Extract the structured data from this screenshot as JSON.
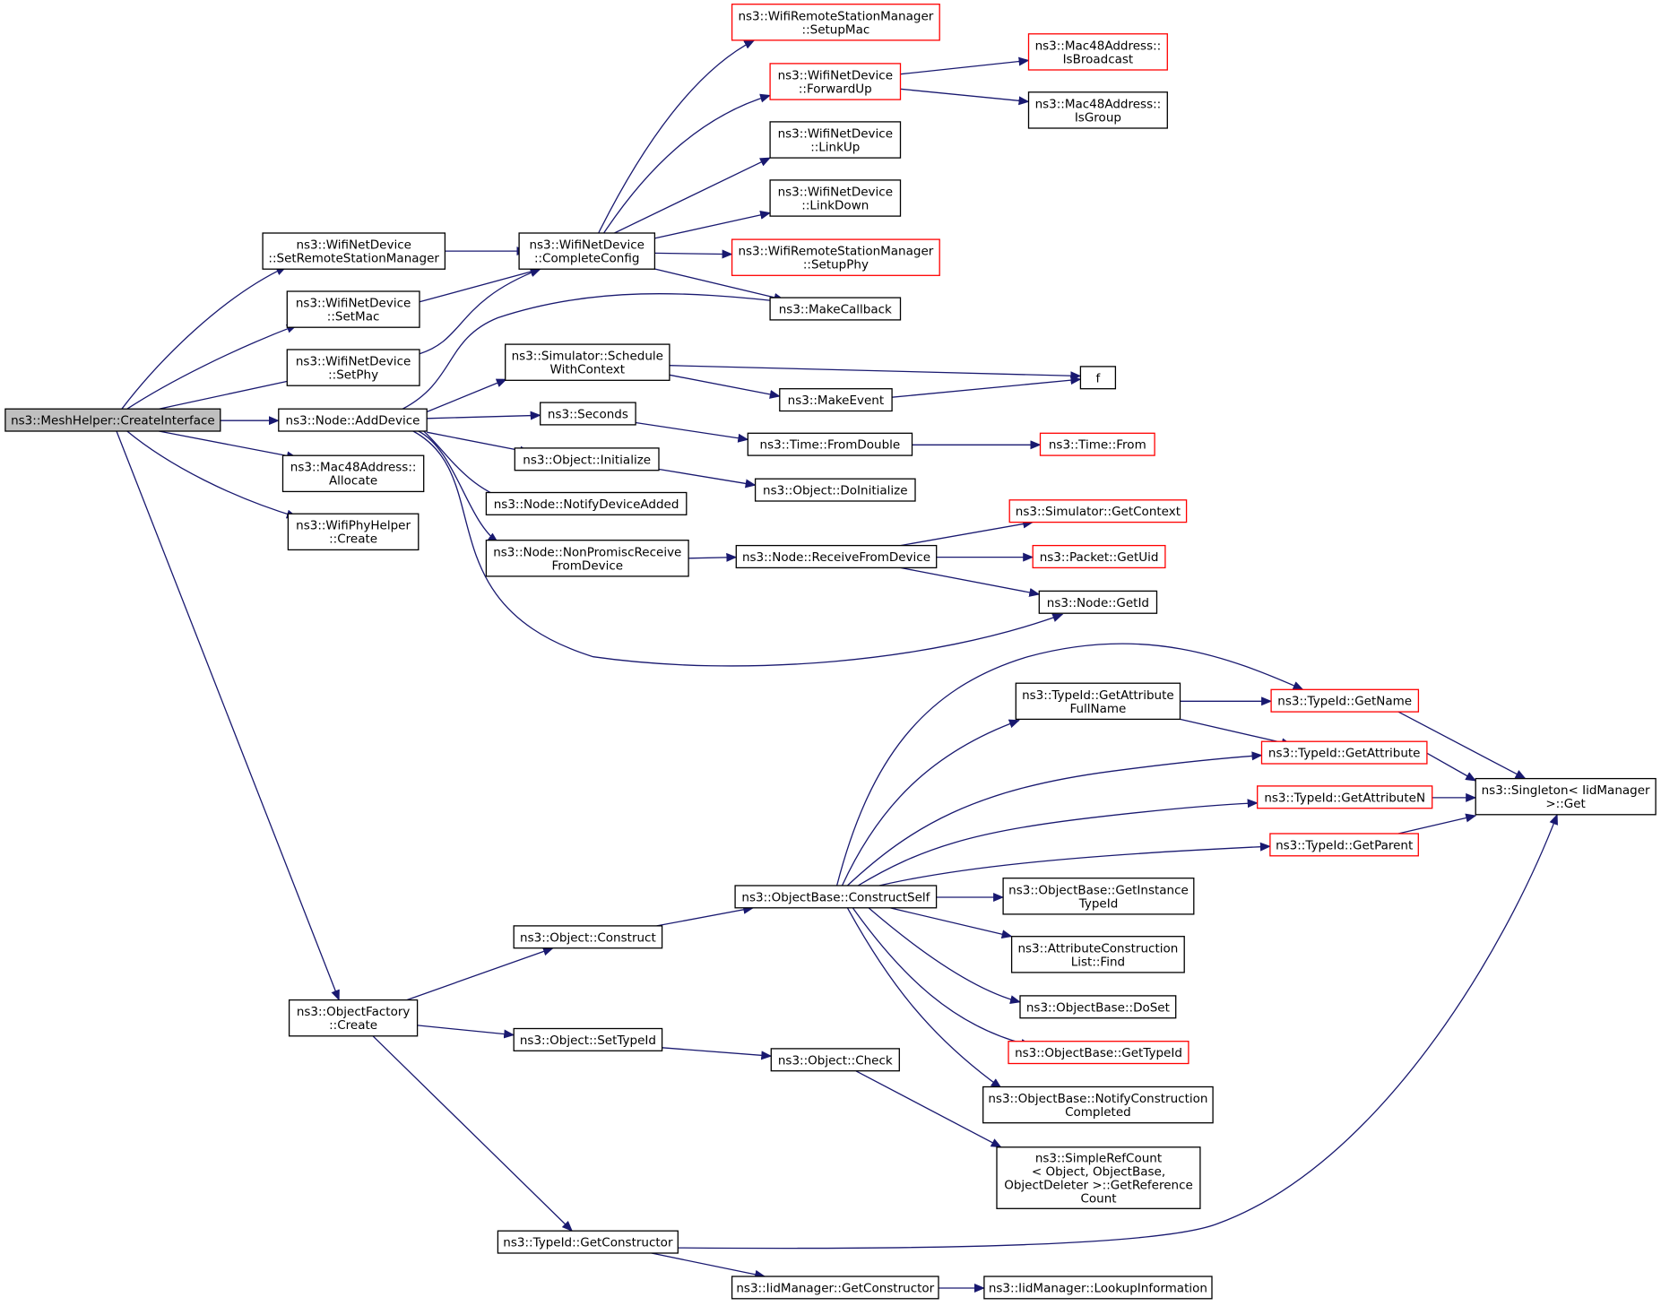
{
  "diagram": {
    "colors": {
      "edge": "#191970",
      "border_normal": "#000000",
      "border_red": "#ff0000",
      "root_fill": "#bfbfbf",
      "fill": "#ffffff"
    },
    "nodes": {
      "create_interface": {
        "lines": [
          "ns3::MeshHelper::CreateInterface"
        ],
        "style": "root"
      },
      "set_rsm": {
        "lines": [
          "ns3::WifiNetDevice",
          "::SetRemoteStationManager"
        ],
        "style": "normal"
      },
      "set_mac": {
        "lines": [
          "ns3::WifiNetDevice",
          "::SetMac"
        ],
        "style": "normal"
      },
      "set_phy": {
        "lines": [
          "ns3::WifiNetDevice",
          "::SetPhy"
        ],
        "style": "normal"
      },
      "add_device": {
        "lines": [
          "ns3::Node::AddDevice"
        ],
        "style": "normal"
      },
      "mac48_allocate": {
        "lines": [
          "ns3::Mac48Address::",
          "Allocate"
        ],
        "style": "normal"
      },
      "wifiphy_create": {
        "lines": [
          "ns3::WifiPhyHelper",
          "::Create"
        ],
        "style": "normal"
      },
      "objfactory_create": {
        "lines": [
          "ns3::ObjectFactory",
          "::Create"
        ],
        "style": "normal"
      },
      "complete_config": {
        "lines": [
          "ns3::WifiNetDevice",
          "::CompleteConfig"
        ],
        "style": "normal"
      },
      "rsm_setupmac": {
        "lines": [
          "ns3::WifiRemoteStationManager",
          "::SetupMac"
        ],
        "style": "red"
      },
      "forward_up": {
        "lines": [
          "ns3::WifiNetDevice",
          "::ForwardUp"
        ],
        "style": "red"
      },
      "link_up": {
        "lines": [
          "ns3::WifiNetDevice",
          "::LinkUp"
        ],
        "style": "normal"
      },
      "link_down": {
        "lines": [
          "ns3::WifiNetDevice",
          "::LinkDown"
        ],
        "style": "normal"
      },
      "rsm_setupphy": {
        "lines": [
          "ns3::WifiRemoteStationManager",
          "::SetupPhy"
        ],
        "style": "red"
      },
      "make_callback": {
        "lines": [
          "ns3::MakeCallback"
        ],
        "style": "normal"
      },
      "is_broadcast": {
        "lines": [
          "ns3::Mac48Address::",
          "IsBroadcast"
        ],
        "style": "red"
      },
      "is_group": {
        "lines": [
          "ns3::Mac48Address::",
          "IsGroup"
        ],
        "style": "normal"
      },
      "sched_ctx": {
        "lines": [
          "ns3::Simulator::Schedule",
          "WithContext"
        ],
        "style": "normal"
      },
      "seconds": {
        "lines": [
          "ns3::Seconds"
        ],
        "style": "normal"
      },
      "obj_initialize": {
        "lines": [
          "ns3::Object::Initialize"
        ],
        "style": "normal"
      },
      "notify_added": {
        "lines": [
          "ns3::Node::NotifyDeviceAdded"
        ],
        "style": "normal"
      },
      "nonpromisc": {
        "lines": [
          "ns3::Node::NonPromiscReceive",
          "FromDevice"
        ],
        "style": "normal"
      },
      "f": {
        "lines": [
          "f"
        ],
        "style": "normal"
      },
      "make_event": {
        "lines": [
          "ns3::MakeEvent"
        ],
        "style": "normal"
      },
      "time_fromdouble": {
        "lines": [
          "ns3::Time::FromDouble"
        ],
        "style": "normal"
      },
      "time_from": {
        "lines": [
          "ns3::Time::From"
        ],
        "style": "red"
      },
      "obj_doinit": {
        "lines": [
          "ns3::Object::DoInitialize"
        ],
        "style": "normal"
      },
      "recv_from_device": {
        "lines": [
          "ns3::Node::ReceiveFromDevice"
        ],
        "style": "normal"
      },
      "get_context": {
        "lines": [
          "ns3::Simulator::GetContext"
        ],
        "style": "red"
      },
      "packet_getuid": {
        "lines": [
          "ns3::Packet::GetUid"
        ],
        "style": "red"
      },
      "node_getid": {
        "lines": [
          "ns3::Node::GetId"
        ],
        "style": "normal"
      },
      "obj_construct": {
        "lines": [
          "ns3::Object::Construct"
        ],
        "style": "normal"
      },
      "obj_settypeid": {
        "lines": [
          "ns3::Object::SetTypeId"
        ],
        "style": "normal"
      },
      "get_constructor": {
        "lines": [
          "ns3::TypeId::GetConstructor"
        ],
        "style": "normal"
      },
      "construct_self": {
        "lines": [
          "ns3::ObjectBase::ConstructSelf"
        ],
        "style": "normal"
      },
      "obj_check": {
        "lines": [
          "ns3::Object::Check"
        ],
        "style": "normal"
      },
      "iid_getconstructor": {
        "lines": [
          "ns3::IidManager::GetConstructor"
        ],
        "style": "normal"
      },
      "iid_lookup": {
        "lines": [
          "ns3::IidManager::LookupInformation"
        ],
        "style": "normal"
      },
      "get_attr_fullname": {
        "lines": [
          "ns3::TypeId::GetAttribute",
          "FullName"
        ],
        "style": "normal"
      },
      "typeid_getname": {
        "lines": [
          "ns3::TypeId::GetName"
        ],
        "style": "red"
      },
      "typeid_getattribute": {
        "lines": [
          "ns3::TypeId::GetAttribute"
        ],
        "style": "red"
      },
      "typeid_getattributen": {
        "lines": [
          "ns3::TypeId::GetAttributeN"
        ],
        "style": "red"
      },
      "typeid_getparent": {
        "lines": [
          "ns3::TypeId::GetParent"
        ],
        "style": "red"
      },
      "singleton_get": {
        "lines": [
          "ns3::Singleton< IidManager",
          " >::Get"
        ],
        "style": "normal"
      },
      "get_instance_typeid": {
        "lines": [
          "ns3::ObjectBase::GetInstance",
          "TypeId"
        ],
        "style": "normal"
      },
      "attr_list_find": {
        "lines": [
          "ns3::AttributeConstruction",
          "List::Find"
        ],
        "style": "normal"
      },
      "objbase_doset": {
        "lines": [
          "ns3::ObjectBase::DoSet"
        ],
        "style": "normal"
      },
      "objbase_gettypeid": {
        "lines": [
          "ns3::ObjectBase::GetTypeId"
        ],
        "style": "red"
      },
      "notify_construction": {
        "lines": [
          "ns3::ObjectBase::NotifyConstruction",
          "Completed"
        ],
        "style": "normal"
      },
      "simple_refcount": {
        "lines": [
          "ns3::SimpleRefCount",
          "< Object, ObjectBase,",
          " ObjectDeleter >::GetReference",
          "Count"
        ],
        "style": "normal"
      }
    }
  }
}
